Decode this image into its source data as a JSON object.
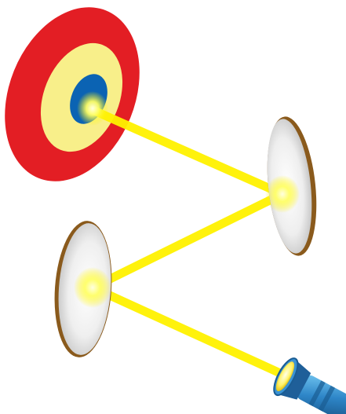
{
  "illustration": {
    "subject": "light-beam-reflection",
    "elements": [
      "target",
      "mirror-upper-right",
      "mirror-lower-left",
      "flashlight",
      "light-beam"
    ],
    "colors": {
      "target_outer": "#e31e24",
      "target_middle": "#f8ef8a",
      "target_inner": "#0b63b3",
      "beam": "#fff200",
      "glow": "#ffff66",
      "mirror_face": "#f2f2f2",
      "mirror_rim": "#8a5a1c",
      "flashlight_body": "#2e86c8",
      "flashlight_head": "#1f5f99"
    }
  }
}
